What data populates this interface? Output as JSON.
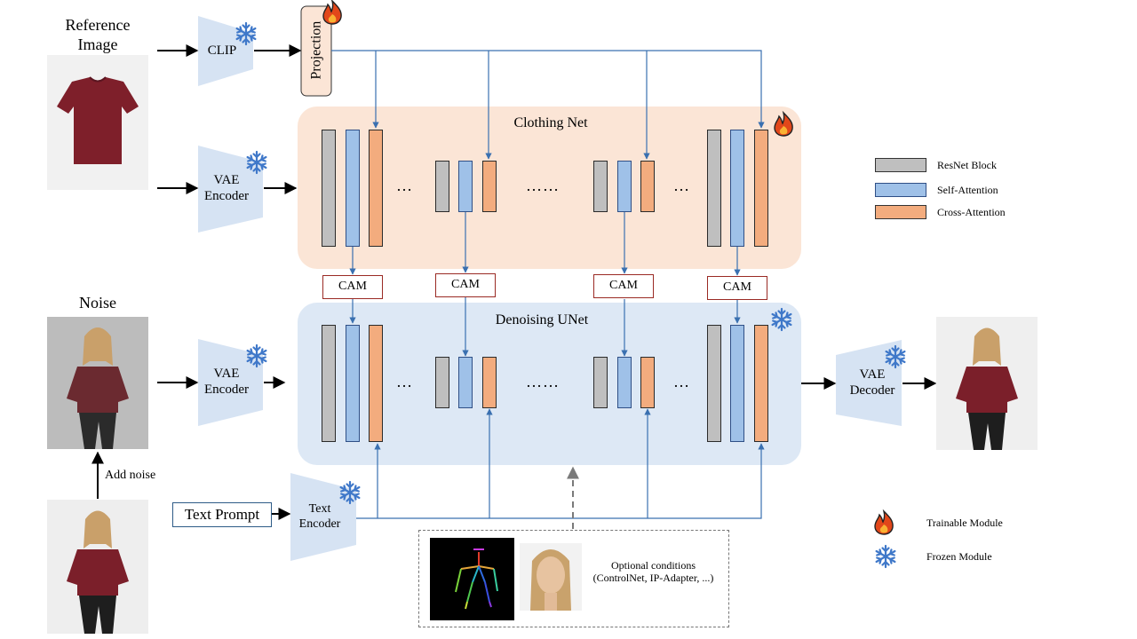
{
  "labels": {
    "reference_image": "Reference\nImage",
    "noise": "Noise",
    "clip": "CLIP",
    "projection": "Projection",
    "vae_encoder_top": "VAE\nEncoder",
    "vae_encoder_bottom": "VAE\nEncoder",
    "vae_decoder": "VAE\nDecoder",
    "clothing_net": "Clothing Net",
    "denoising_unet": "Denoising UNet",
    "cam": "CAM",
    "add_noise": "Add noise",
    "text_prompt": "Text Prompt",
    "text_encoder": "Text\nEncoder",
    "dots_short": "…",
    "dots_long": "……",
    "optional_conditions": "Optional conditions\n(ControlNet, IP-Adapter, ...)"
  },
  "legend": {
    "resnet": "ResNet Block",
    "self_attention": "Self-Attention",
    "cross_attention": "Cross-Attention",
    "trainable": "Trainable Module",
    "frozen": "Frozen Module"
  },
  "colors": {
    "resnet": "#bfbfbf",
    "self_attention": "#9fc1e8",
    "cross_attention": "#f3ac7e",
    "clothing_panel": "#fbe5d6",
    "unet_panel": "#dde8f5",
    "encoder_fill": "#d6e3f3",
    "arrow_blue": "#3a70b0",
    "cam_border": "#9a2a24",
    "flame": "#e2471a",
    "snowflake": "#3f78c9"
  },
  "icons": [
    "flame-icon",
    "snowflake-icon"
  ]
}
